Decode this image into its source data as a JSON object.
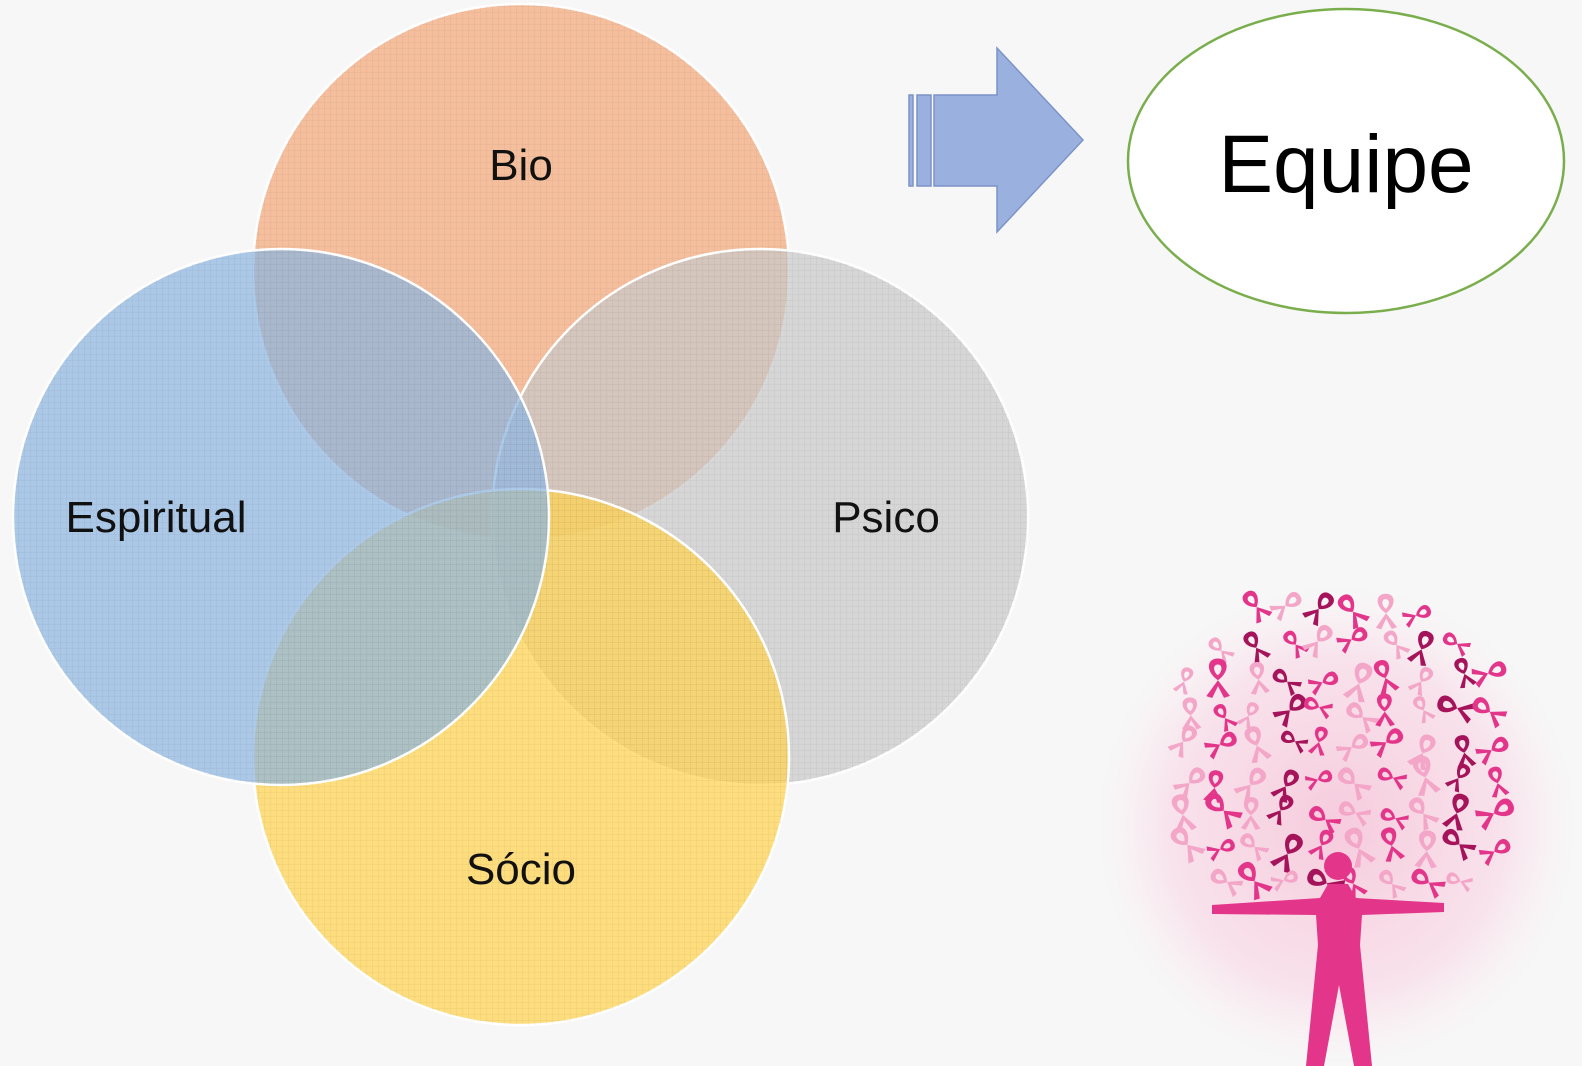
{
  "colors": {
    "bio": "#F4A77A",
    "psico": "#C9C9C9",
    "socio": "#FFD24D",
    "espiritual": "#8DB5E0",
    "circle_stroke": "#ffffff",
    "arrow_fill": "#9AB0DE",
    "arrow_stroke": "#7C93C9",
    "ellipse_stroke": "#7AAE4D",
    "ribbon_pink": "#E3368A",
    "ribbon_light": "#F3A6C8",
    "ribbon_dark": "#A5145A"
  },
  "venn": {
    "bio": "Bio",
    "psico": "Psico",
    "socio": "Sócio",
    "espiritual": "Espiritual"
  },
  "target": {
    "label": "Equipe"
  },
  "icons": {
    "arrow": "arrow-right-icon",
    "tree": "pink-ribbon-tree-icon"
  }
}
